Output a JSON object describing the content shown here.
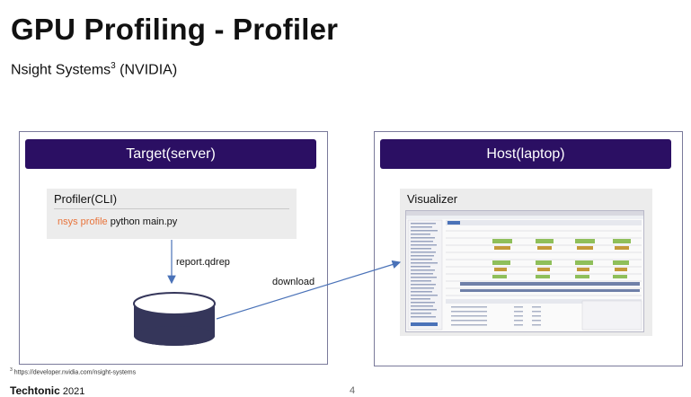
{
  "title": "GPU Profiling - Profiler",
  "subtitle": {
    "text": "Nsight Systems",
    "sup": "3",
    "suffix": " (NVIDIA)"
  },
  "target": {
    "header": "Target(server)",
    "box_title": "Profiler(CLI)",
    "cmd_keyword": "nsys profile",
    "cmd_rest": " python main.py"
  },
  "host": {
    "header": "Host(laptop)",
    "box_title": "Visualizer"
  },
  "labels": {
    "report": "report.qdrep",
    "download": "download"
  },
  "footnote": {
    "sup": "3",
    "text": " https://developer.nvidia.com/nsight-systems"
  },
  "brand": {
    "name": "Techtonic",
    "year": " 2021"
  },
  "page_number": "4",
  "colors": {
    "band": "#2b0f63",
    "arrow": "#4a72b8",
    "keyword": "#e8743b",
    "cylinder": "#35365a"
  }
}
